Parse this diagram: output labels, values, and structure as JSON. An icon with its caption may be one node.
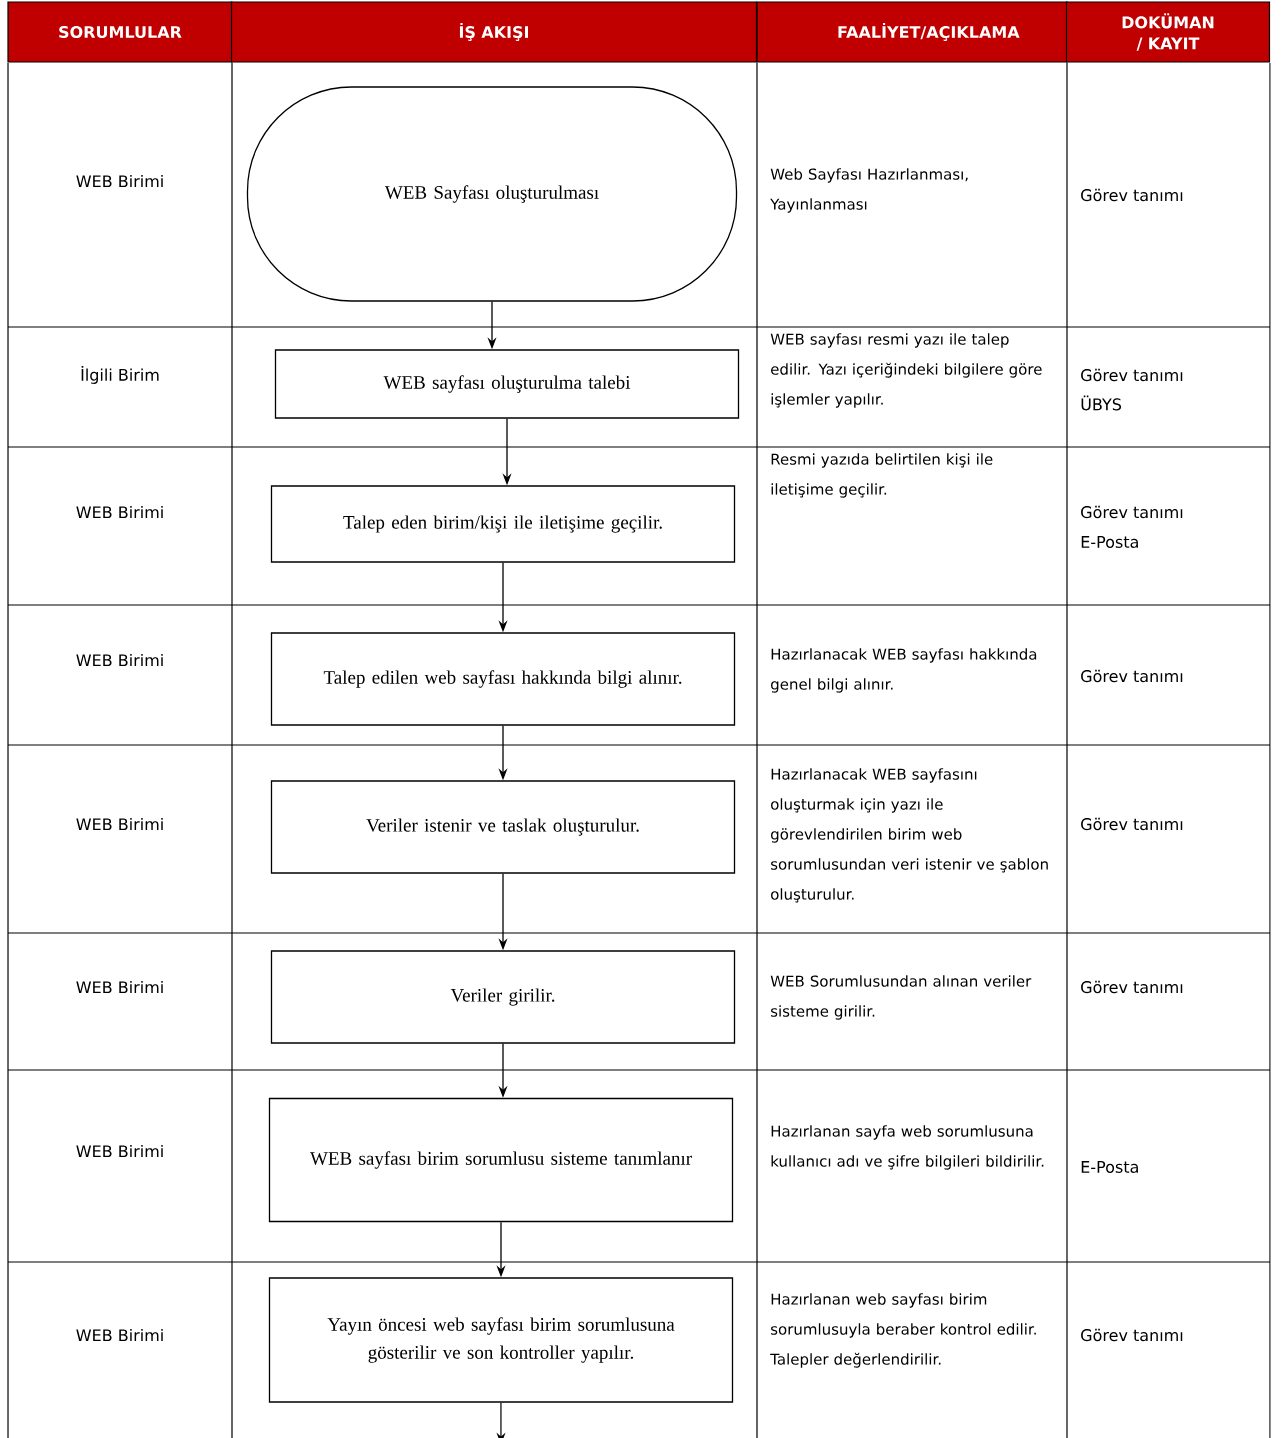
{
  "diagram": {
    "nodes": [
      {
        "text": [
          "WEB Sayfası oluşturulması"
        ]
      },
      {
        "text": [
          "WEB sayfası oluşturulma talebi"
        ]
      },
      {
        "text": [
          "Talep eden birim/kişi ile iletişime geçilir."
        ]
      },
      {
        "text": [
          "Talep edilen web sayfası hakkında bilgi alınır."
        ]
      },
      {
        "text": [
          "Veriler istenir ve taslak oluşturulur."
        ]
      },
      {
        "text": [
          "Veriler girilir."
        ]
      },
      {
        "text": [
          "WEB sayfası birim sorumlusu sisteme tanımlanır"
        ]
      },
      {
        "text": [
          "Yayın öncesi web sayfası birim sorumlusuna gösterilir ve son kontroller yapılır."
        ]
      }
    ],
    "edges": [
      {
        "from": 0,
        "to": 1,
        "arrow": "to"
      },
      {
        "from": 1,
        "to": 2,
        "arrow": "to"
      },
      {
        "from": 2,
        "to": 3,
        "arrow": "to"
      },
      {
        "from": 3,
        "to": 4,
        "arrow": "to"
      },
      {
        "from": 4,
        "to": 5,
        "arrow": "to"
      },
      {
        "from": 5,
        "to": 6,
        "arrow": "to"
      },
      {
        "from": 6,
        "to": 7,
        "arrow": "to"
      },
      {
        "from": 7,
        "to": null,
        "arrow": "to"
      }
    ],
    "labels": [
      "SORUMLULAR",
      "İŞ AKIŞI",
      "FAALİYET/AÇIKLAMA",
      "DOKÜMAN / KAYIT",
      "WEB Birimi",
      "Web Sayfası Hazırlanması, Yayınlanması",
      "Görev tanımı",
      "İlgili Birim",
      "WEB sayfası resmi yazı ile talep edilir. Yazı içeriğindeki bilgilere göre işlemler yapılır.",
      "Görev tanımı",
      "ÜBYS",
      "WEB Birimi",
      "Resmi yazıda belirtilen kişi ile iletişime geçilir.",
      "Görev tanımı",
      "E-Posta",
      "WEB Birimi",
      "Hazırlanacak WEB sayfası hakkında genel bilgi alınır.",
      "Görev tanımı",
      "WEB Birimi",
      "Hazırlanacak WEB sayfasını oluşturmak için yazı ile görevlendirilen birim web sorumlusundan veri istenir ve şablon oluşturulur.",
      "Görev tanımı",
      "WEB Birimi",
      "WEB Sorumlusundan alınan veriler sisteme girilir.",
      "Görev tanımı",
      "WEB Birimi",
      "Hazırlanan sayfa web sorumlusuna kullanıcı adı ve şifre bilgileri bildirilir.",
      "E-Posta",
      "WEB Birimi",
      "Hazırlanan web sayfası birim sorumlusuyla beraber kontrol edilir. Talepler değerlendirilir.",
      "Görev tanımı"
    ]
  }
}
